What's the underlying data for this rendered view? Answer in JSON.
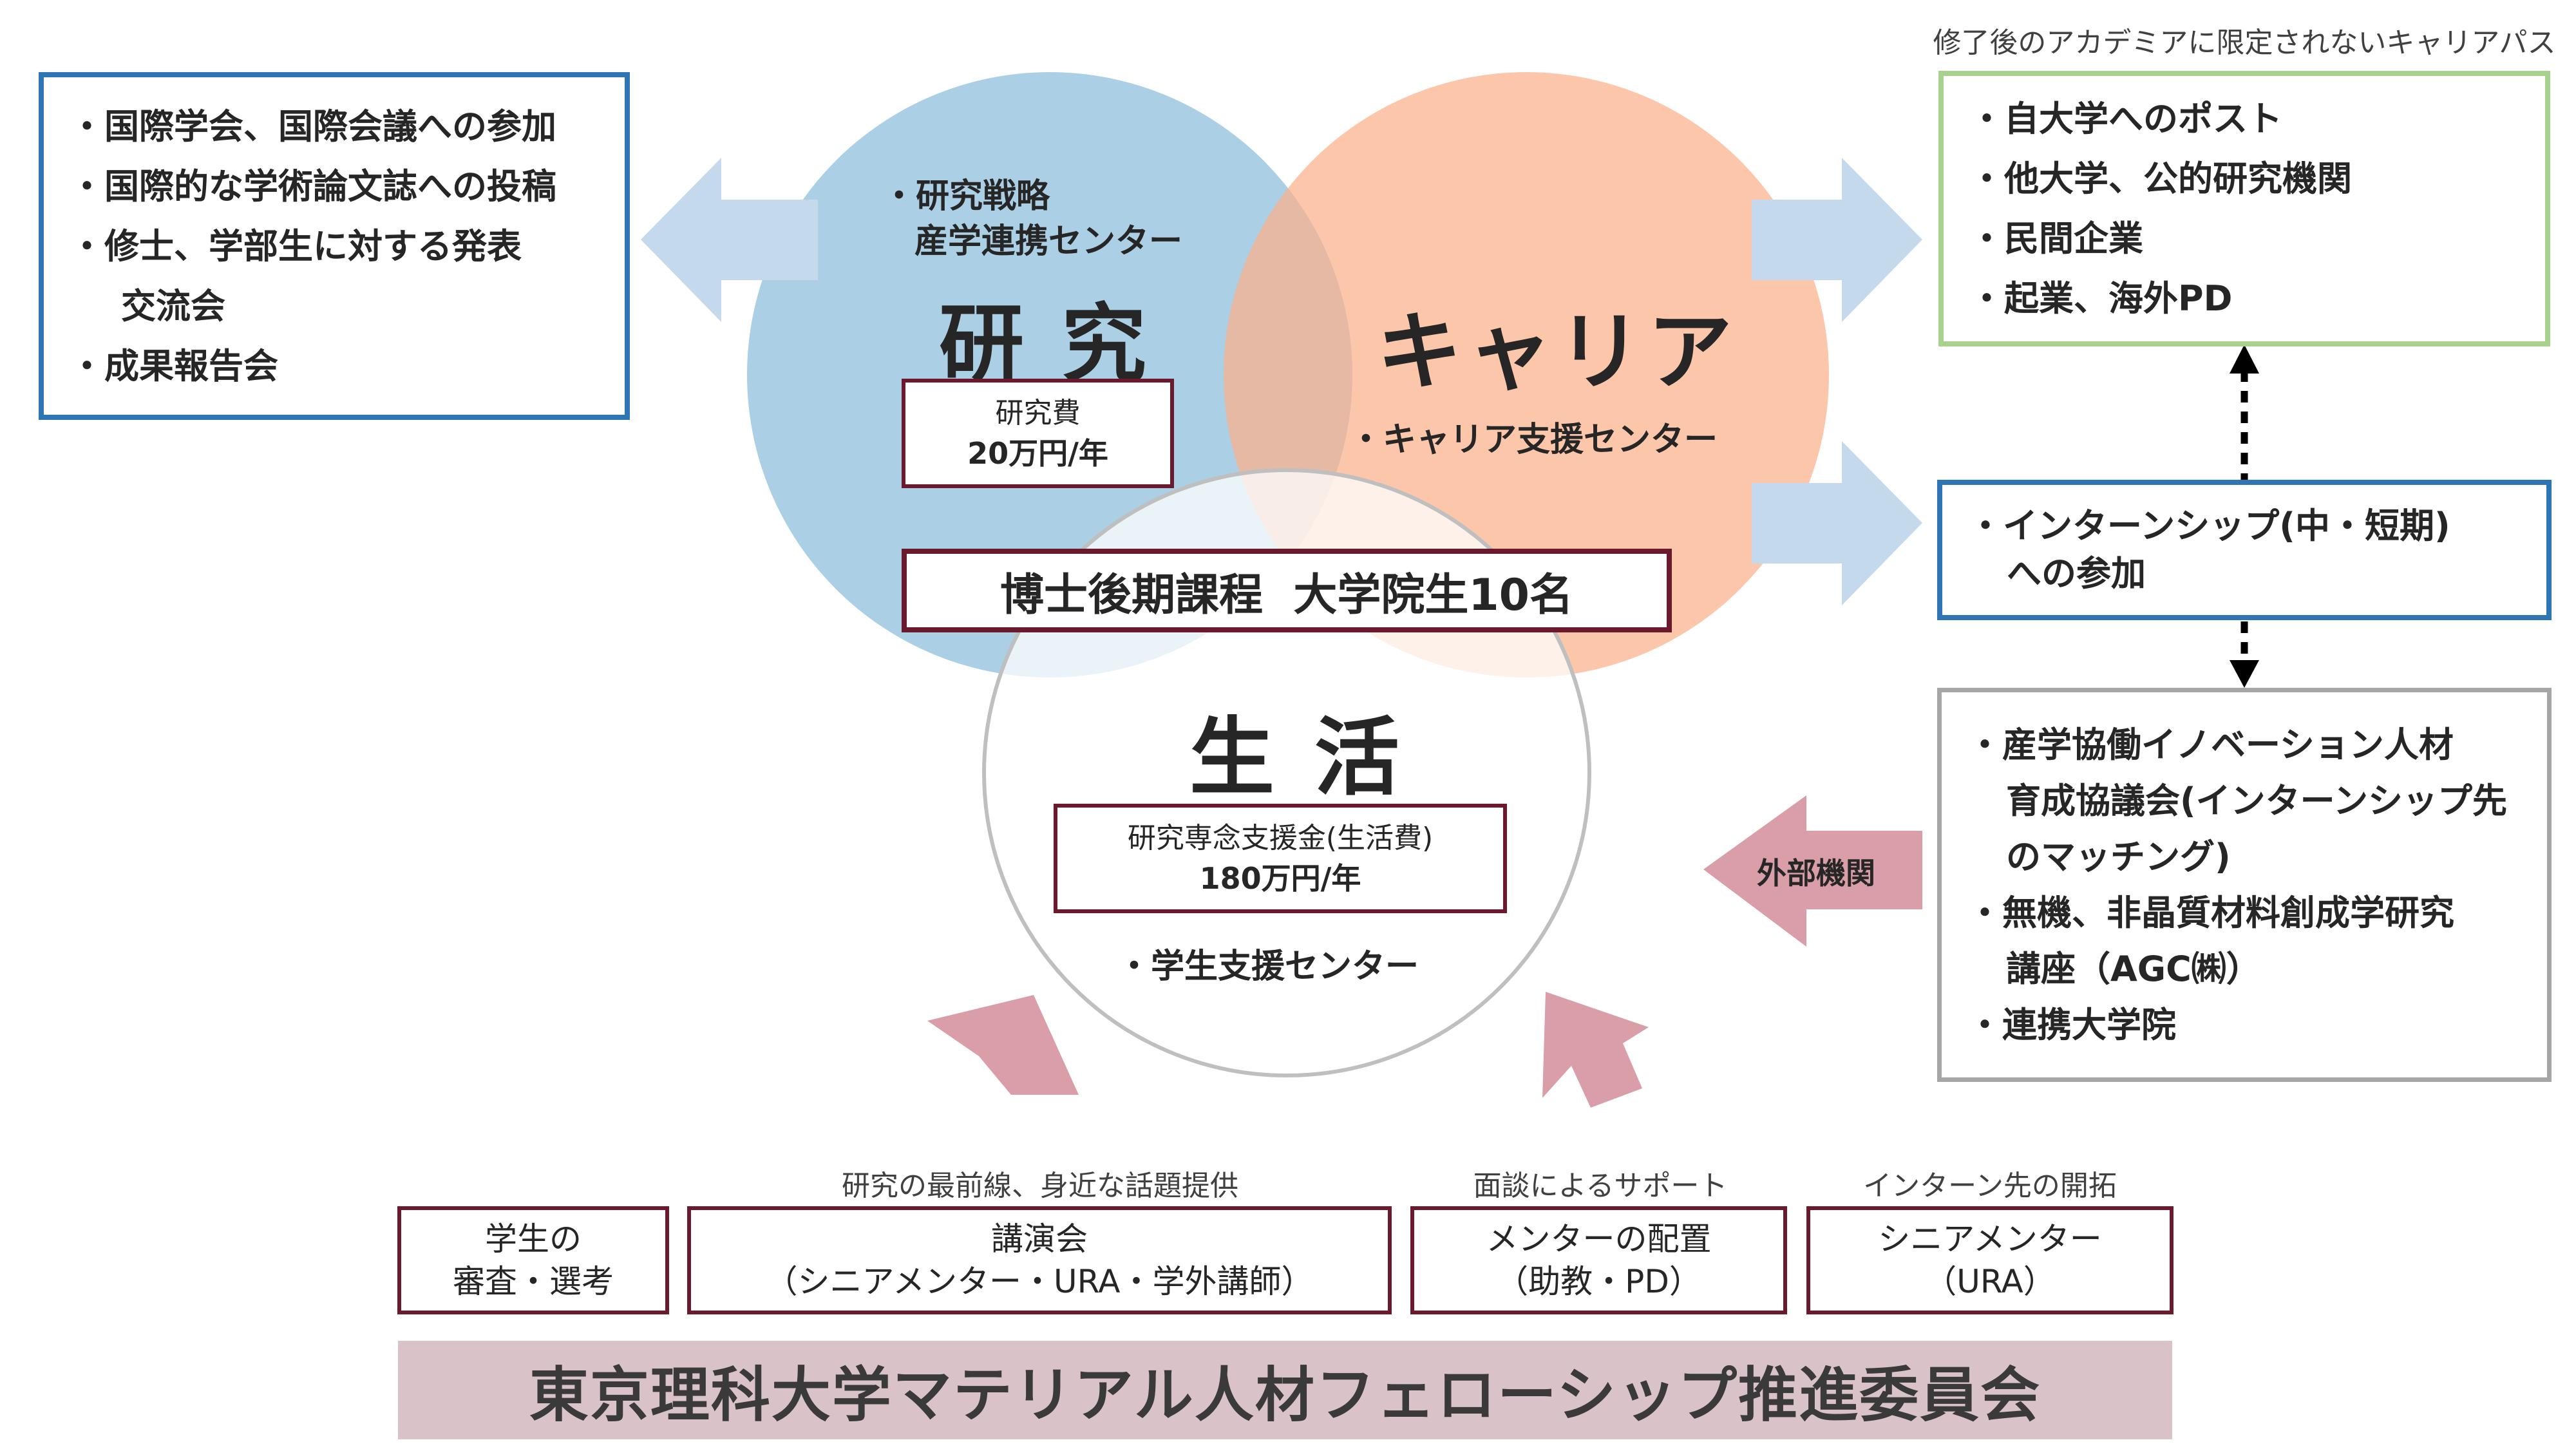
{
  "left_box": {
    "items": [
      "・国際学会、国際会議への参加",
      "・国際的な学術論文誌への投稿",
      "・修士、学部生に対する発表",
      "交流会",
      "・成果報告会"
    ]
  },
  "research": {
    "note_line1": "・研究戦略",
    "note_line2": "産学連携センター",
    "title": "研 究",
    "fund_line1": "研究費",
    "fund_line2": "20万円/年"
  },
  "career": {
    "title": "キャリア",
    "note": "・キャリア支援センター"
  },
  "life": {
    "title": "生 活",
    "fund_line1": "研究専念支援金(生活費)",
    "fund_line2": "180万円/年",
    "note": "・学生支援センター"
  },
  "center_label": "博士後期課程  大学院生10名",
  "right_top": {
    "caption": "修了後のアカデミアに限定されないキャリアパス",
    "items": [
      "・自大学へのポスト",
      "・他大学、公的研究機関",
      "・民間企業",
      "・起業、海外PD"
    ]
  },
  "internship": {
    "line1": "・インターンシップ(中・短期)",
    "line2": "への参加"
  },
  "external": {
    "arrow_label": "外部機関",
    "items": [
      "・産学協働イノベーション人材",
      "育成協議会(インターンシップ先",
      "のマッチング)",
      "・無機、非晶質材料創成学研究",
      "講座（AGC㈱）",
      "・連携大学院"
    ]
  },
  "bottom": {
    "boxes": [
      {
        "caption": "",
        "line1": "学生の",
        "line2": "審査・選考"
      },
      {
        "caption": "研究の最前線、身近な話題提供",
        "line1": "講演会",
        "line2": "（シニアメンター・URA・学外講師）"
      },
      {
        "caption": "面談によるサポート",
        "line1": "メンターの配置",
        "line2": "（助教・PD）"
      },
      {
        "caption": "インターン先の開拓",
        "line1": "シニアメンター",
        "line2": "（URA）"
      }
    ],
    "banner": "東京理科大学マテリアル人材フェローシップ推進委員会"
  },
  "colors": {
    "research_circle": "#a6cce3",
    "career_circle": "#fbb08a",
    "life_circle": "#ffffff",
    "arrow_blue": "#c5d9ec",
    "arrow_pink": "#d99ea7",
    "banner_bg": "#d9c3c8",
    "border_maroon": "#6b1a2e",
    "border_blue": "#2e75b6",
    "border_green": "#a9d18e"
  }
}
